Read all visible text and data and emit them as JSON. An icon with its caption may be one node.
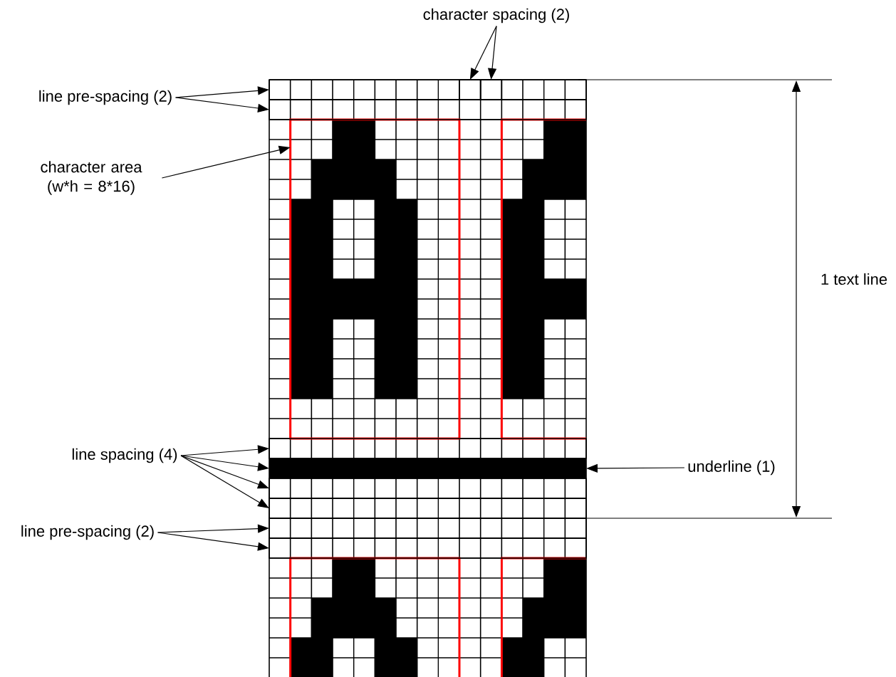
{
  "diagram": {
    "nodes": [
      {
        "text": [
          "character spacing (2)"
        ]
      },
      {
        "text": [
          "line pre-spacing (2)"
        ]
      },
      {
        "text": [
          "character area (w*h = 8*16)"
        ]
      },
      {
        "text": [
          "line spacing (4)"
        ]
      },
      {
        "text": [
          "line pre-spacing (2)"
        ]
      },
      {
        "text": [
          "underline (1)"
        ]
      },
      {
        "text": [],
        "shape": "box"
      },
      {
        "text": [],
        "shape": "bar"
      },
      {
        "text": [],
        "shape": "box"
      },
      {
        "text": [],
        "shape": "box"
      },
      {
        "text": [],
        "shape": "box",
        "in": 8
      },
      {
        "text": [],
        "shape": "box",
        "in": 8
      },
      {
        "text": [],
        "shape": "box"
      },
      {
        "text": [],
        "shape": "box"
      },
      {
        "text": [],
        "shape": "box"
      },
      {
        "text": [],
        "shape": "box"
      },
      {
        "text": [],
        "shape": "box"
      }
    ],
    "edges": [
      {
        "from": 0,
        "to": 10,
        "arrow": "to"
      },
      {
        "from": 0,
        "to": 11,
        "arrow": "to"
      },
      {
        "from": 1,
        "to": 8,
        "arrow": "to"
      },
      {
        "from": 1,
        "to": 9,
        "arrow": "to"
      },
      {
        "from": 2,
        "to": 6,
        "arrow": "to"
      },
      {
        "from": 3,
        "to": 12,
        "arrow": "to"
      },
      {
        "from": 3,
        "to": 7,
        "arrow": "to"
      },
      {
        "from": 3,
        "to": 13,
        "arrow": "to"
      },
      {
        "from": 3,
        "to": 14,
        "arrow": "to"
      },
      {
        "from": 4,
        "to": 15,
        "arrow": "to"
      },
      {
        "from": 4,
        "to": 16,
        "arrow": "to"
      },
      {
        "from": 5,
        "to": 7,
        "arrow": "to"
      }
    ],
    "labels": [
      "1 text line"
    ]
  }
}
